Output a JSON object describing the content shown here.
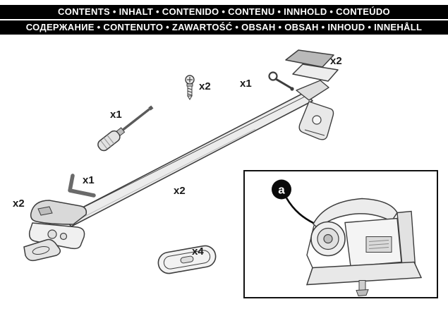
{
  "header": {
    "line1": "CONTENTS • INHALT • CONTENIDO • CONTENU • INNHOLD • CONTEÚDO",
    "line2": "СОДЕРЖАНИЕ • CONTENUTO • ZAWARTOŚĆ • OBSAH • OBSAH • INHOUD • INNEHÅLL"
  },
  "labels": {
    "cover": "x2",
    "screw": "x2",
    "pin": "x1",
    "screwdriver": "x1",
    "hex_key": "x1",
    "crossbar": "x2",
    "foot": "x2",
    "pad": "x4"
  },
  "inset": {
    "callout": "a"
  },
  "colors": {
    "banner": "#000000",
    "line_art": "#3d3d3d",
    "fill_light": "#ececec"
  }
}
